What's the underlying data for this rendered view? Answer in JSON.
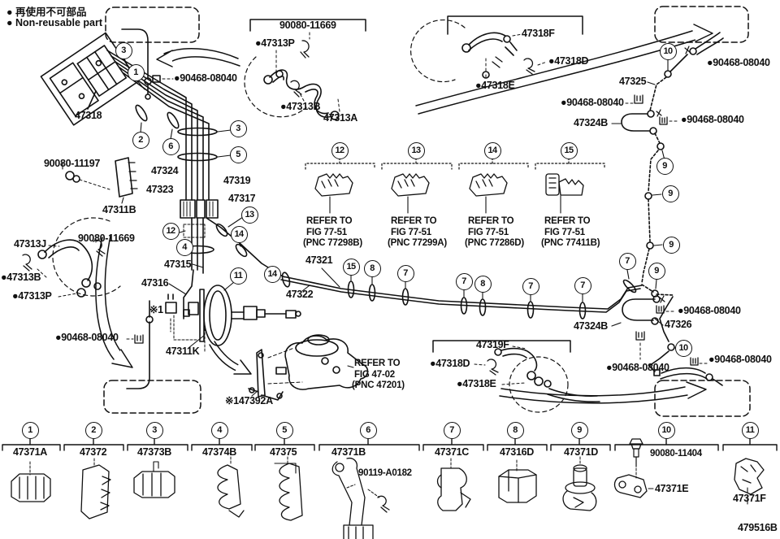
{
  "legend": {
    "jp": "● 再使用不可部品",
    "en": "● Non-reusable part"
  },
  "doc_number": "479516B",
  "parts": {
    "abs_modulator": "47318",
    "clip_bolt": "●90468-08040",
    "union_bolt": "90080-11669",
    "p47313p": "●47313P",
    "p47313b": "●47313B",
    "hose_47313a": "47313A",
    "p47313j": "47313J",
    "hose_47318f": "47318F",
    "p47318d": "●47318D",
    "p47318e": "●47318E",
    "p47325": "47325",
    "p47324b": "47324B",
    "bolt_11197": "90080-11197",
    "p47324": "47324",
    "p47323": "47323",
    "p47319": "47319",
    "p47317": "47317",
    "p47311b": "47311B",
    "p47315": "47315",
    "p47316": "47316",
    "note1": "※1",
    "p47311k": "47311K",
    "p47321": "47321",
    "p47322": "47322",
    "p47326": "47326",
    "p47319f": "47319F",
    "p47392a": "※147392A"
  },
  "refer_fig_7751": [
    {
      "num": "12",
      "l1": "REFER TO",
      "l2": "FIG 77-51",
      "l3": "(PNC 77298B)"
    },
    {
      "num": "13",
      "l1": "REFER TO",
      "l2": "FIG 77-51",
      "l3": "(PNC 77299A)"
    },
    {
      "num": "14",
      "l1": "REFER TO",
      "l2": "FIG 77-51",
      "l3": "(PNC 77286D)"
    },
    {
      "num": "15",
      "l1": "REFER TO",
      "l2": "FIG 77-51",
      "l3": "(PNC 77411B)"
    }
  ],
  "refer_fig_4702": {
    "l1": "REFER TO",
    "l2": "FIG 47-02",
    "l3": "(PNC 47201)"
  },
  "markers": [
    "3",
    "1",
    "2",
    "6",
    "3",
    "5",
    "13",
    "12",
    "14",
    "4",
    "11",
    "14",
    "15",
    "8",
    "7",
    "7",
    "8",
    "7",
    "7",
    "7",
    "9",
    "9",
    "9",
    "9",
    "10",
    "10"
  ],
  "bottom_row": [
    {
      "num": "1",
      "label": "47371A"
    },
    {
      "num": "2",
      "label": "47372"
    },
    {
      "num": "3",
      "label": "47373B"
    },
    {
      "num": "4",
      "label": "47374B"
    },
    {
      "num": "5",
      "label": "47375"
    },
    {
      "num": "6",
      "label": "47371B",
      "extra": "90119-A0182"
    },
    {
      "num": "7",
      "label": "47371C"
    },
    {
      "num": "8",
      "label": "47316D"
    },
    {
      "num": "9",
      "label": "47371D"
    },
    {
      "num": "10",
      "label": "47371E",
      "extra": "90080-11404"
    },
    {
      "num": "11",
      "label": "47371F"
    }
  ]
}
